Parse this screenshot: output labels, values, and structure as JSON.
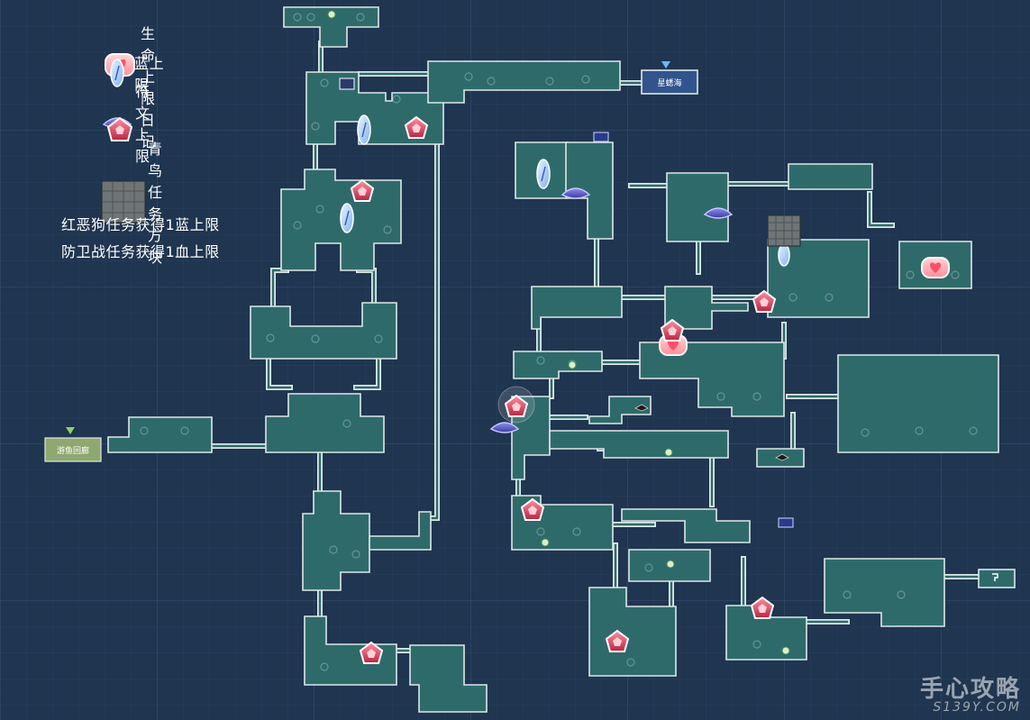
{
  "legend": {
    "items": [
      {
        "icon": "heart-crystal-icon",
        "label": "生命上限"
      },
      {
        "icon": "blue-crystal-icon",
        "label": "蓝上限"
      },
      {
        "icon": "rune-icon",
        "label": "符文上限"
      },
      {
        "icon": "diary-gem-icon",
        "label": "日记"
      },
      {
        "icon": "bluebird-block-icon",
        "label": "青鸟任务方块"
      }
    ]
  },
  "notes": [
    "红恶狗任务获得1蓝上限",
    "防卫战任务获得1血上限"
  ],
  "exits": {
    "top_right": "星蟋海",
    "left": "游鱼回廊"
  },
  "watermark": {
    "brand": "手心攻略",
    "site": "S139Y.COM"
  },
  "colors": {
    "background": "#1f3550",
    "room_fill": "#2f6a6b",
    "room_border": "#dde8e8",
    "heart": "#ff8f9a",
    "blue_crystal": "#7fb3ee",
    "rune": "#4b4bb8",
    "diary_gem": "#d23a55",
    "bluebird_block": "#6f7577"
  }
}
